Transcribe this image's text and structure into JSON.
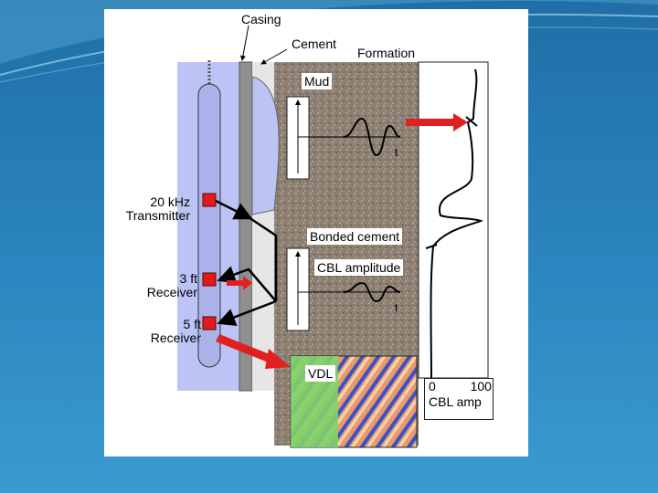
{
  "colors": {
    "background": "#2c86bf",
    "borehole_fluid": "#bcc4f5",
    "casing": "#8f8f8f",
    "cement": "#e6e6e6",
    "formation": "#8a7d70",
    "arrow": "#e22020",
    "transducer": "#e11a1a"
  },
  "labels": {
    "casing": "Casing",
    "cement": "Cement",
    "formation": "Formation",
    "transmitter_line1": "20 kHz",
    "transmitter_line2": "Transmitter",
    "receiver3_line1": "3 ft",
    "receiver3_line2": "Receiver",
    "receiver5_line1": "5 ft",
    "receiver5_line2": "Receiver",
    "mud": "Mud",
    "bonded_cement": "Bonded cement",
    "cbl_amplitude": "CBL amplitude",
    "vdl": "VDL",
    "time_axis_1": "t",
    "time_axis_2": "t",
    "cbl_scale_min": "0",
    "cbl_scale_max": "100",
    "cbl_scale_title": "CBL amp"
  }
}
